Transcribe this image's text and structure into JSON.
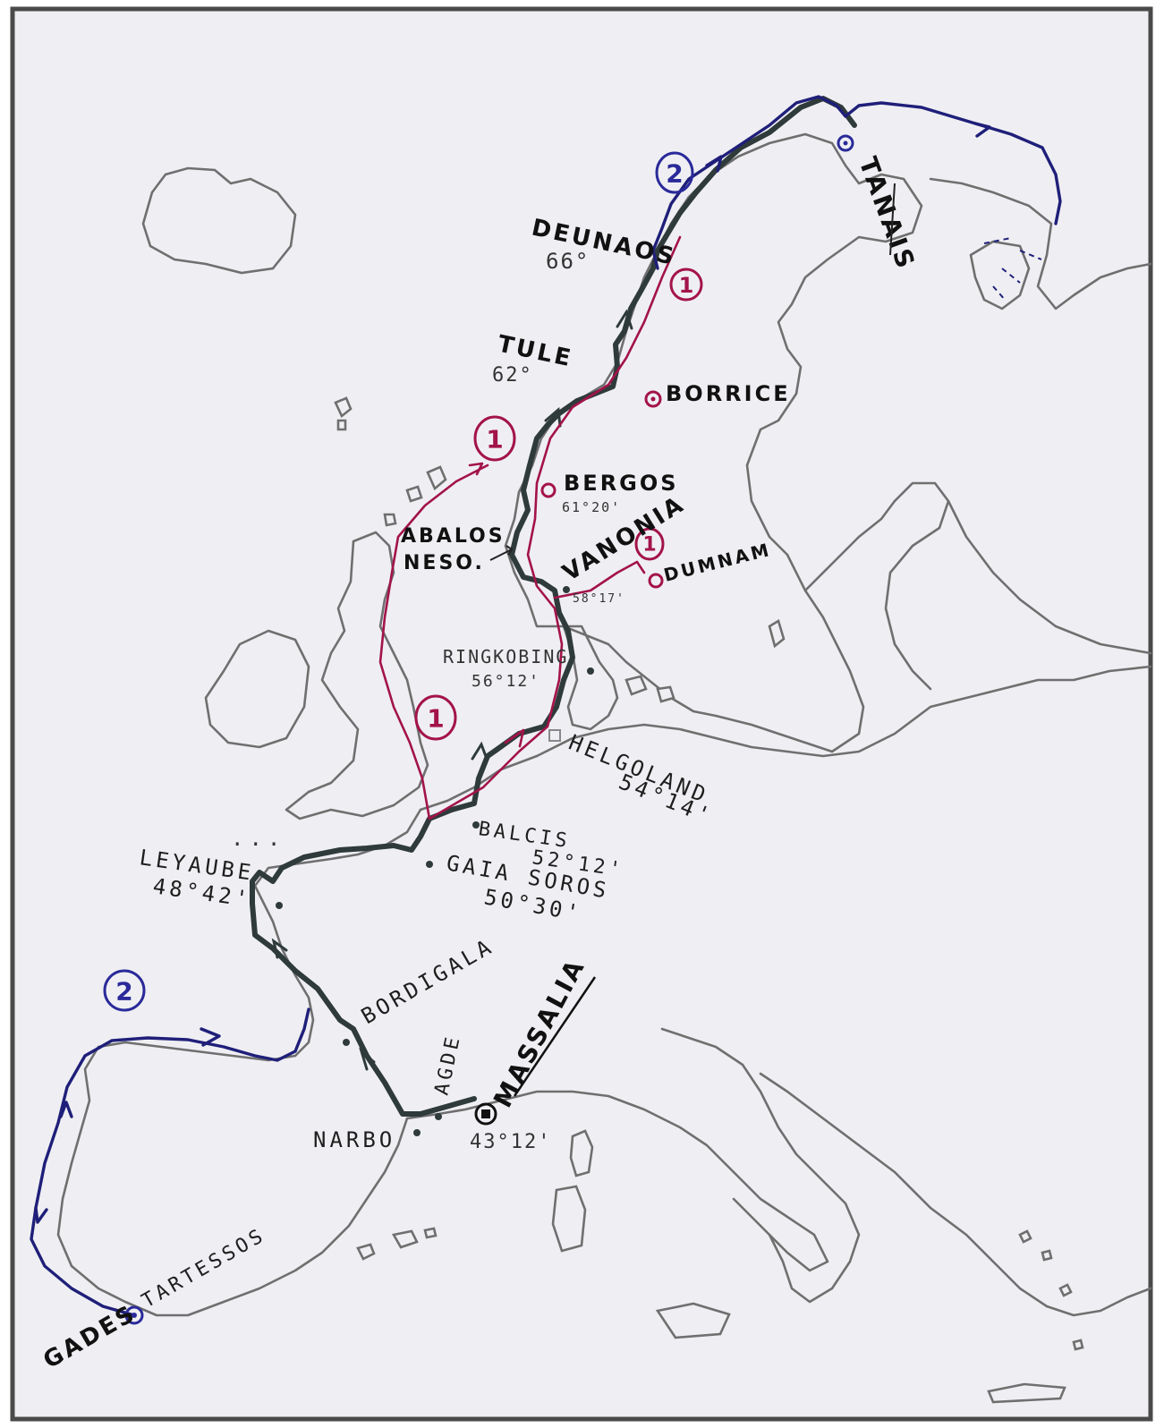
{
  "map": {
    "colors": {
      "paper": "#efeff3",
      "frame": "#4a4a4a",
      "coast": "#6f6f6f",
      "route_main": "#2f3a3a",
      "route_1": "#a3134a",
      "route_2": "#1f1f7a"
    },
    "route_markers": {
      "one": "1",
      "two": "2"
    },
    "places": {
      "deunaos": "DEUNAOS",
      "deunaos_lat": "66°",
      "tanais": "TANAIS",
      "tule": "TULE",
      "tule_lat": "62°",
      "borrice": "BORRICE",
      "bergos": "BERGOS",
      "bergos_lat": "61°20'",
      "abalos": "ABALOS",
      "neso": "NESO.",
      "vanonia": "VANONIA",
      "vanonia_lat": "58°17'",
      "dumnam": "DUMNAM",
      "ringkobing": "RINGKOBING",
      "ringkobing_lat": "56°12'",
      "helgoland": "HELGOLAND",
      "helgoland_lat": "54°14'",
      "balcis": "BALCIS",
      "balcis_lat": "52°12'",
      "gaia_soros": "GAIA SOROS",
      "gaia_soros_lat": "50°30'",
      "leyaube": "LEYAUBE",
      "leyaube_lat": "48°42'",
      "bordigala": "BORDIGALA",
      "agde": "AGDE",
      "massalia": "MASSALIA",
      "massalia_lat": "43°12'",
      "narbo": "NARBO",
      "tartessos": "TARTESSOS",
      "gades": "GADES"
    }
  }
}
